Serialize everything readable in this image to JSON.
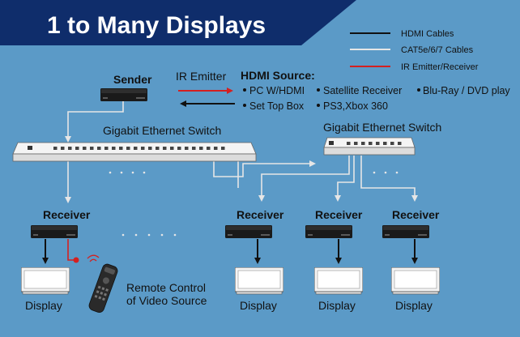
{
  "title": "1 to Many Displays",
  "legend": [
    {
      "label": "HDMI Cables",
      "color": "#111111"
    },
    {
      "label": "CAT5e/6/7 Cables",
      "color": "#e6e6e6"
    },
    {
      "label": "IR Emitter/Receiver",
      "color": "#d42020"
    }
  ],
  "sender": {
    "label": "Sender"
  },
  "ir_emitter": {
    "label": "IR Emitter"
  },
  "hdmi_source": {
    "heading": "HDMI Source:",
    "items": [
      "PC W/HDMI",
      "Satellite Receiver",
      "Blu-Ray / DVD play",
      "Set Top Box",
      "PS3,Xbox 360"
    ]
  },
  "switches": [
    {
      "label": "Gigabit Ethernet Switch"
    },
    {
      "label": "Gigabit Ethernet Switch"
    }
  ],
  "receivers": [
    {
      "label": "Receiver",
      "display": "Display"
    },
    {
      "label": "Receiver",
      "display": "Display"
    },
    {
      "label": "Receiver",
      "display": "Display"
    },
    {
      "label": "Receiver",
      "display": "Display"
    }
  ],
  "remote": {
    "line1": "Remote Control",
    "line2": "of Video Source"
  },
  "colors": {
    "background": "#5b9ac7",
    "title_band": "#0f2d6b",
    "hdmi": "#111111",
    "cat": "#e6e6e6",
    "ir": "#d42020"
  }
}
